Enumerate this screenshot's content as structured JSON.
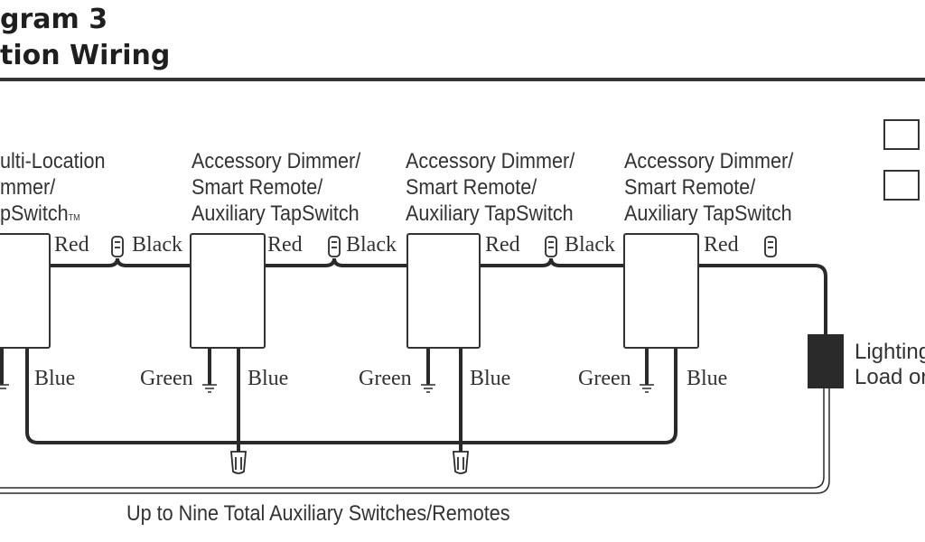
{
  "header": {
    "title_line1": "gram 3",
    "title_line2": "tion Wiring"
  },
  "devices": [
    {
      "line1": "ulti-Location",
      "line2": "mmer/",
      "line3": "pSwitch",
      "tm": "TM"
    },
    {
      "line1": "Accessory Dimmer/",
      "line2": "Smart Remote/",
      "line3": "Auxiliary TapSwitch"
    },
    {
      "line1": "Accessory Dimmer/",
      "line2": "Smart Remote/",
      "line3": "Auxiliary TapSwitch"
    },
    {
      "line1": "Accessory Dimmer/",
      "line2": "Smart Remote/",
      "line3": "Auxiliary TapSwitch"
    }
  ],
  "wires": {
    "red": "Red",
    "black": "Black",
    "blue": "Blue",
    "green": "Green"
  },
  "load": {
    "line1": "Lighting",
    "line2": "Load or"
  },
  "footer": "Up to Nine Total Auxiliary Switches/Remotes",
  "legend": [
    {
      "icon": "ground-icon"
    },
    {
      "icon": "wire-nut-icon"
    }
  ]
}
